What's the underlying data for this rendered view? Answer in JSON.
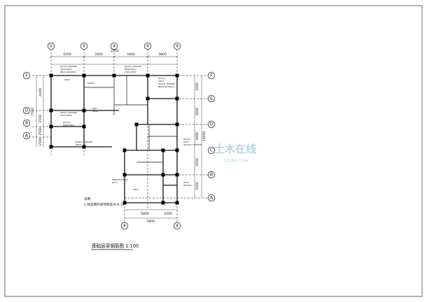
{
  "drawing": {
    "title": "基础层梁钢筋图 1:100",
    "note_heading": "说明",
    "note_line": "1.除注明外梁顶标高为-0.15",
    "watermark_main": "土木在线",
    "watermark_sub": "COI88.COM"
  },
  "top_axes": [
    "①",
    "②",
    "③",
    "④",
    "⑤"
  ],
  "top_dims": [
    "4250",
    "3400",
    "4400",
    "3800"
  ],
  "top_dim_center": "2450",
  "bottom_axes": [
    "⑥",
    "⑤"
  ],
  "bottom_dims": [
    "5800",
    "2000"
  ],
  "bottom_total": "7800",
  "left_axes": [
    "F",
    "D",
    "B",
    "A"
  ],
  "left_dims": [
    "4400",
    "1500",
    "2500",
    "1500"
  ],
  "left_total": "7500",
  "right_axes": [
    "F",
    "E",
    "D",
    "C",
    "B",
    "A"
  ],
  "right_dims": [
    "3000",
    "3600",
    "3000",
    "3200",
    "3200"
  ],
  "right_total": "16000",
  "beam_annotations": [
    "JKL1(1) 200X400",
    "2Φ14;2Φ14",
    "Φ8@100/200(2)",
    "2Φ14",
    "JKL2(1) 200X400",
    "Φ8@100(2)",
    "2Φ16;2Φ16",
    "N2Φ12",
    "JKL3(1)",
    "2Φ14",
    "JKL4(2) 200X400",
    "Φ8@100/200(2)",
    "JKL5",
    "2Φ16",
    "JKL6(1) 200X400",
    "2Φ14;3Φ16",
    "JKL7(1)",
    "Φ8@100(2)",
    "JKL8(2) 200X400",
    "2Φ18",
    "JKL9(1)",
    "2Φ14",
    "JKL10(1) 200X500",
    "Φ8@100/200(2)",
    "JKL11",
    "3Φ16",
    "JKL12(1)",
    "2Φ14"
  ]
}
